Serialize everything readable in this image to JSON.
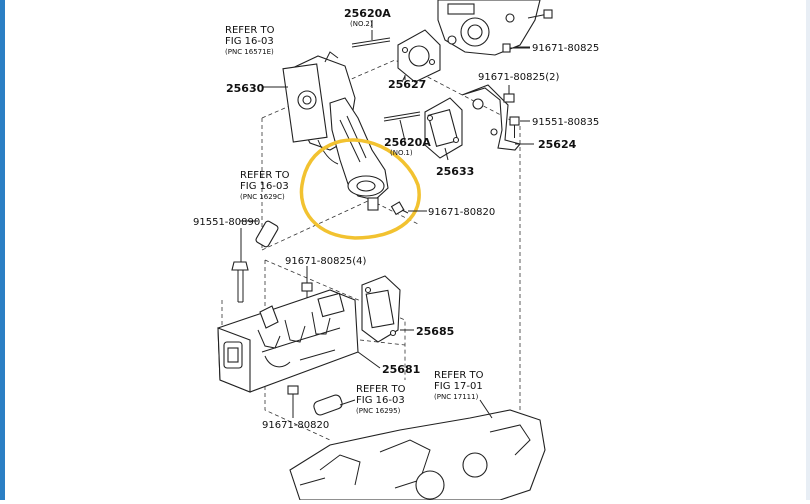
{
  "diagram": {
    "labels": {
      "p25620a_top": "25620A",
      "p25620a_top_sub": "(NO.2)",
      "p25627": "25627",
      "p25630": "25630",
      "p25620a_mid": "25620A",
      "p25620a_mid_sub": "(NO.1)",
      "p25633": "25633",
      "p25624": "25624",
      "p25685": "25685",
      "p25681": "25681",
      "b91671_80825_top": "91671-80825",
      "b91671_80825_2": "91671-80825(2)",
      "b91551_80835": "91551-80835",
      "b91671_80820_right": "91671-80820",
      "b91551_80890": "91551-80890",
      "b91671_80825_4": "91671-80825(4)",
      "b91671_80820_bottom": "91671-80820"
    },
    "refs": {
      "ref1": {
        "l1": "REFER TO",
        "l2": "FIG 16-03",
        "l3": "(PNC 16571E)"
      },
      "ref2": {
        "l1": "REFER TO",
        "l2": "FIG 16-03",
        "l3": "(PNC 1629C)"
      },
      "ref3": {
        "l1": "REFER TO",
        "l2": "FIG 16-03",
        "l3": "(PNC 16295)"
      },
      "ref4": {
        "l1": "REFER TO",
        "l2": "FIG 17-01",
        "l3": "(PNC 17111)"
      }
    },
    "highlight_color": "#f2c230"
  }
}
